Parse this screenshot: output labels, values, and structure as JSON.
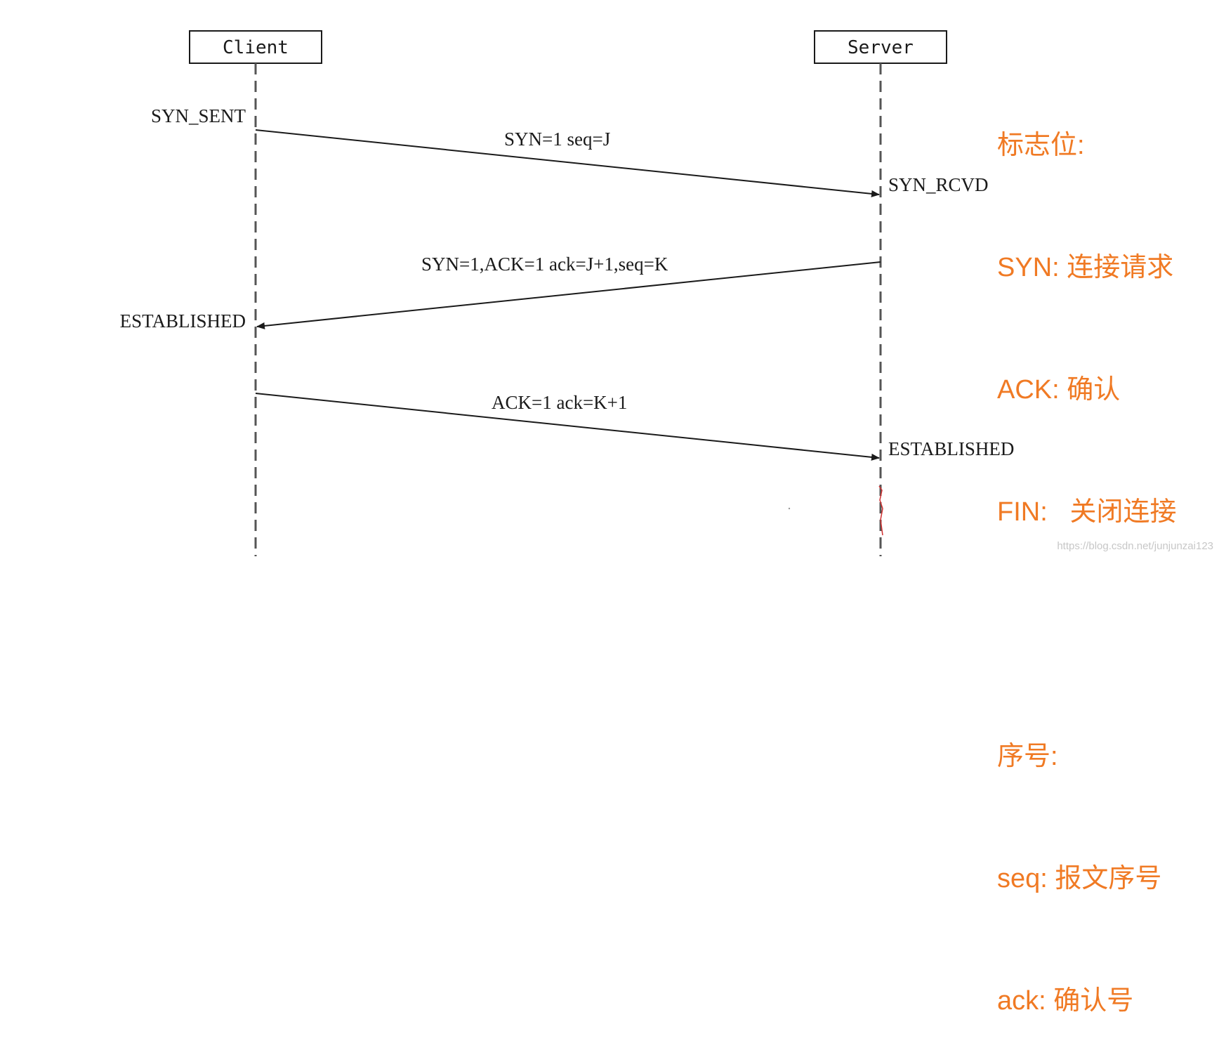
{
  "participants": {
    "client": "Client",
    "server": "Server"
  },
  "states": {
    "client_syn_sent": "SYN_SENT",
    "server_syn_rcvd": "SYN_RCVD",
    "client_established": "ESTABLISHED",
    "server_established": "ESTABLISHED"
  },
  "messages": {
    "msg1": "SYN=1 seq=J",
    "msg2": "SYN=1,ACK=1 ack=J+1,seq=K",
    "msg3": "ACK=1 ack=K+1"
  },
  "legend": {
    "flags_title": "标志位:",
    "syn": "SYN: 连接请求",
    "ack": "ACK: 确认",
    "fin": "FIN:   关闭连接",
    "seq_title": "序号:",
    "seq": "seq: 报文序号",
    "ack_num": "ack: 确认号"
  },
  "watermark": "https://blog.csdn.net/junjunzai123",
  "colors": {
    "legend": "#f07a24",
    "line": "#1a1a1a",
    "mark": "#d03030"
  }
}
